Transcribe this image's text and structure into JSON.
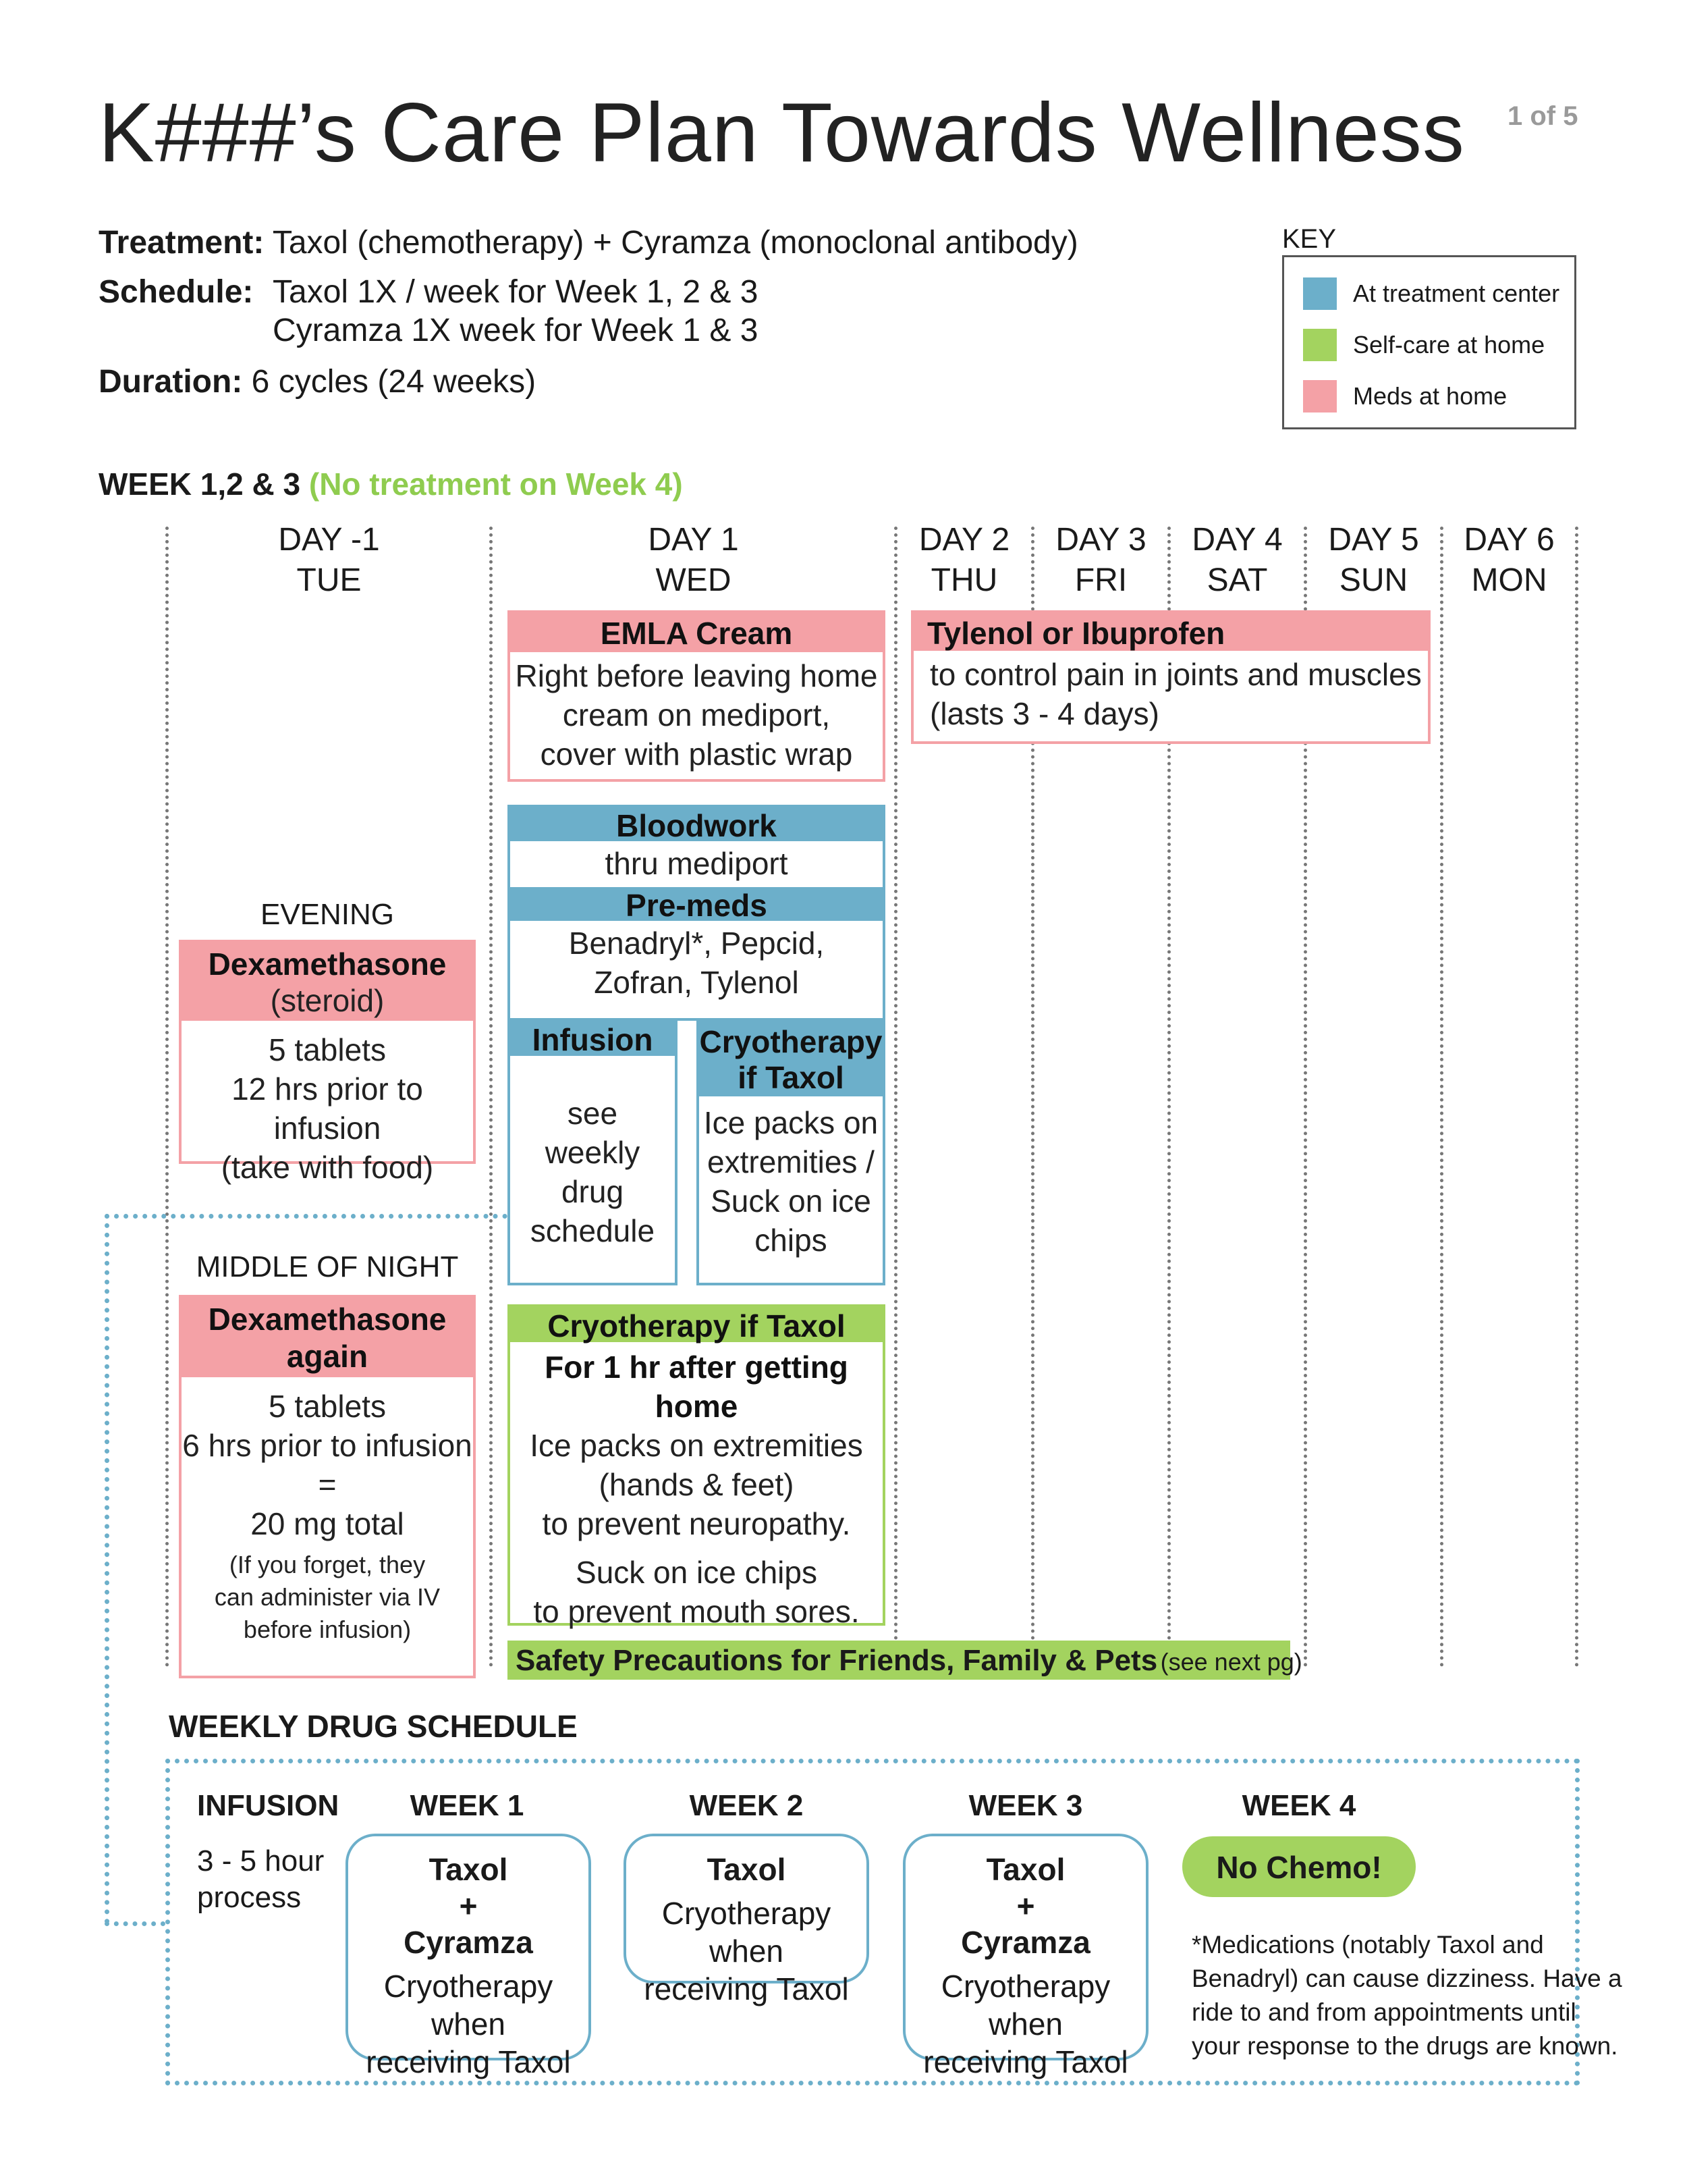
{
  "header": {
    "title": "K###’s Care Plan Towards Wellness",
    "page_number": "1 of 5"
  },
  "plan_info": {
    "treatment_label": "Treatment:",
    "treatment_value": "Taxol (chemotherapy) + Cyramza (monoclonal antibody)",
    "schedule_label": "Schedule:",
    "schedule_line1": "Taxol 1X / week for Week 1, 2 & 3",
    "schedule_line2": "Cyramza 1X week for Week 1 & 3",
    "duration_label": "Duration:",
    "duration_value": "6 cycles (24 weeks)"
  },
  "key": {
    "label": "KEY",
    "items": [
      {
        "label": "At treatment center",
        "color": "#6cafca"
      },
      {
        "label": "Self-care at home",
        "color": "#a3d35f"
      },
      {
        "label": "Meds at home",
        "color": "#f4a1a6"
      }
    ]
  },
  "week_heading": {
    "main": "WEEK 1,2 & 3",
    "note": "(No treatment on Week 4)"
  },
  "days": [
    {
      "day": "DAY -1",
      "weekday": "TUE"
    },
    {
      "day": "DAY 1",
      "weekday": "WED"
    },
    {
      "day": "DAY 2",
      "weekday": "THU"
    },
    {
      "day": "DAY 3",
      "weekday": "FRI"
    },
    {
      "day": "DAY 4",
      "weekday": "SAT"
    },
    {
      "day": "DAY 5",
      "weekday": "SUN"
    },
    {
      "day": "DAY 6",
      "weekday": "MON"
    }
  ],
  "day_minus1": {
    "evening_label": "EVENING",
    "dex1_title": "Dexamethasone",
    "dex1_subtitle": "(steroid)",
    "dex1_line1": "5 tablets",
    "dex1_line2": "12 hrs prior to infusion",
    "dex1_line3": "(take with food)",
    "night_label": "MIDDLE OF NIGHT",
    "dex2_title_line1": "Dexamethasone",
    "dex2_title_line2": "again",
    "dex2_line1": "5 tablets",
    "dex2_line2": "6 hrs prior to infusion",
    "dex2_line3": "=",
    "dex2_line4": "20 mg total",
    "dex2_note1": "(If you forget, they",
    "dex2_note2": "can administer via IV",
    "dex2_note3": "before infusion)"
  },
  "day1": {
    "emla_title": "EMLA Cream",
    "emla_line1": "Right before leaving home",
    "emla_line2": "cream on mediport,",
    "emla_line3": "cover with plastic wrap",
    "bloodwork_title": "Bloodwork",
    "bloodwork_body": "thru mediport",
    "premeds_title": "Pre-meds",
    "premeds_line1": "Benadryl*, Pepcid,",
    "premeds_line2": "Zofran, Tylenol",
    "infusion_title": "Infusion",
    "infusion_line1": "see",
    "infusion_line2": "weekly drug",
    "infusion_line3": "schedule",
    "cryo_title_line1": "Cryotherapy",
    "cryo_title_line2": "if Taxol",
    "cryo_line1": "Ice packs on",
    "cryo_line2": "extremities /",
    "cryo_line3": "Suck on ice",
    "cryo_line4": "chips",
    "homecryo_title": "Cryotherapy if Taxol",
    "homecryo_line1": "For 1 hr after getting home",
    "homecryo_line2": "Ice packs on extremities",
    "homecryo_line3": "(hands & feet)",
    "homecryo_line4": "to prevent neuropathy.",
    "homecryo_line5": "Suck on ice chips",
    "homecryo_line6": "to prevent mouth sores."
  },
  "pain": {
    "title": "Tylenol or Ibuprofen",
    "line1": "to control pain in joints and muscles",
    "line2": "(lasts 3 - 4 days)"
  },
  "safety": {
    "main": "Safety Precautions for Friends, Family & Pets",
    "note": "(see next pg)"
  },
  "weekly": {
    "heading": "WEEKLY DRUG SCHEDULE",
    "infusion_label": "INFUSION",
    "infusion_line1": "3 - 5 hour",
    "infusion_line2": "process",
    "week1_title": "WEEK 1",
    "week1_drug1": "Taxol",
    "week1_plus": "+",
    "week1_drug2": "Cyramza",
    "week1_note1": "Cryotherapy when",
    "week1_note2": "receiving Taxol",
    "week2_title": "WEEK 2",
    "week2_drug1": "Taxol",
    "week2_note1": "Cryotherapy when",
    "week2_note2": "receiving Taxol",
    "week3_title": "WEEK 3",
    "week3_drug1": "Taxol",
    "week3_plus": "+",
    "week3_drug2": "Cyramza",
    "week3_note1": "Cryotherapy when",
    "week3_note2": "receiving Taxol",
    "week4_title": "WEEK 4",
    "week4_badge": "No Chemo!",
    "footnote1": "*Medications (notably Taxol and",
    "footnote2": "Benadryl) can cause dizziness. Have a",
    "footnote3": "ride to and from appointments until",
    "footnote4": "your response to the drugs are known."
  }
}
